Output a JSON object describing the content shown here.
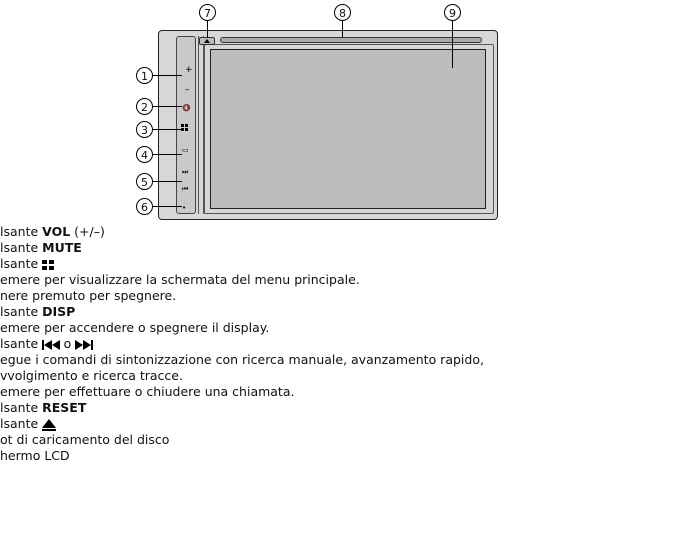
{
  "callouts": [
    "1",
    "2",
    "3",
    "4",
    "5",
    "6",
    "7",
    "8",
    "9"
  ],
  "device": {
    "buttons": {
      "vol_plus": "+",
      "vol_minus": "–"
    }
  },
  "items": {
    "vol": {
      "prefix": "lsante ",
      "bold": "VOL",
      "suffix": " (+/–)"
    },
    "mute": {
      "prefix": "lsante ",
      "bold": "MUTE"
    },
    "home": {
      "prefix": "lsante "
    },
    "home_desc1": "emere per visualizzare la schermata del menu principale.",
    "home_desc2": "nere premuto per spegnere.",
    "disp": {
      "prefix": "lsante ",
      "bold": "DISP"
    },
    "disp_desc": "emere per accendere o spegnere il display.",
    "track": {
      "prefix": "lsante ",
      "middle": " o "
    },
    "track_desc1": "egue i comandi di sintonizzazione con ricerca manuale, avanzamento rapido,",
    "track_desc2": "vvolgimento e ricerca tracce.",
    "track_desc3": "emere per effettuare o chiudere una chiamata.",
    "reset": {
      "prefix": "lsante ",
      "bold": "RESET"
    },
    "eject": {
      "prefix": "lsante "
    },
    "slot": "ot di caricamento del disco",
    "lcd": "hermo LCD"
  }
}
